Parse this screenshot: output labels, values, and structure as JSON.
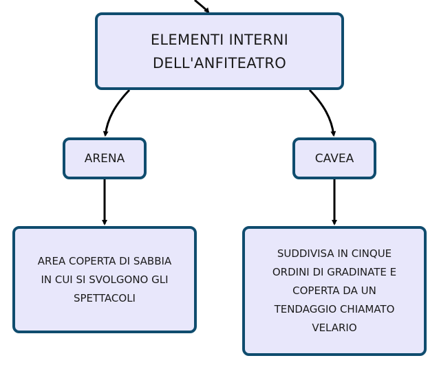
{
  "diagram": {
    "nodes": {
      "root": "ELEMENTI INTERNI\nDELL'ANFITEATRO",
      "arena": "ARENA",
      "cavea": "CAVEA",
      "arena_desc": "AREA COPERTA DI SABBIA\nIN CUI SI SVOLGONO GLI\nSPETTACOLI",
      "cavea_desc": "SUDDIVISA IN CINQUE\nORDINI DI GRADINATE E\nCOPERTA DA UN\nTENDAGGIO CHIAMATO\nVELARIO"
    },
    "edges": [
      {
        "from": "(above)",
        "to": "root"
      },
      {
        "from": "root",
        "to": "arena"
      },
      {
        "from": "root",
        "to": "cavea"
      },
      {
        "from": "arena",
        "to": "arena_desc"
      },
      {
        "from": "cavea",
        "to": "cavea_desc"
      }
    ],
    "colors": {
      "node_fill": "#e8e7fb",
      "node_border": "#0f4c6e",
      "edge": "#000000",
      "text": "#1a1a1a"
    }
  }
}
